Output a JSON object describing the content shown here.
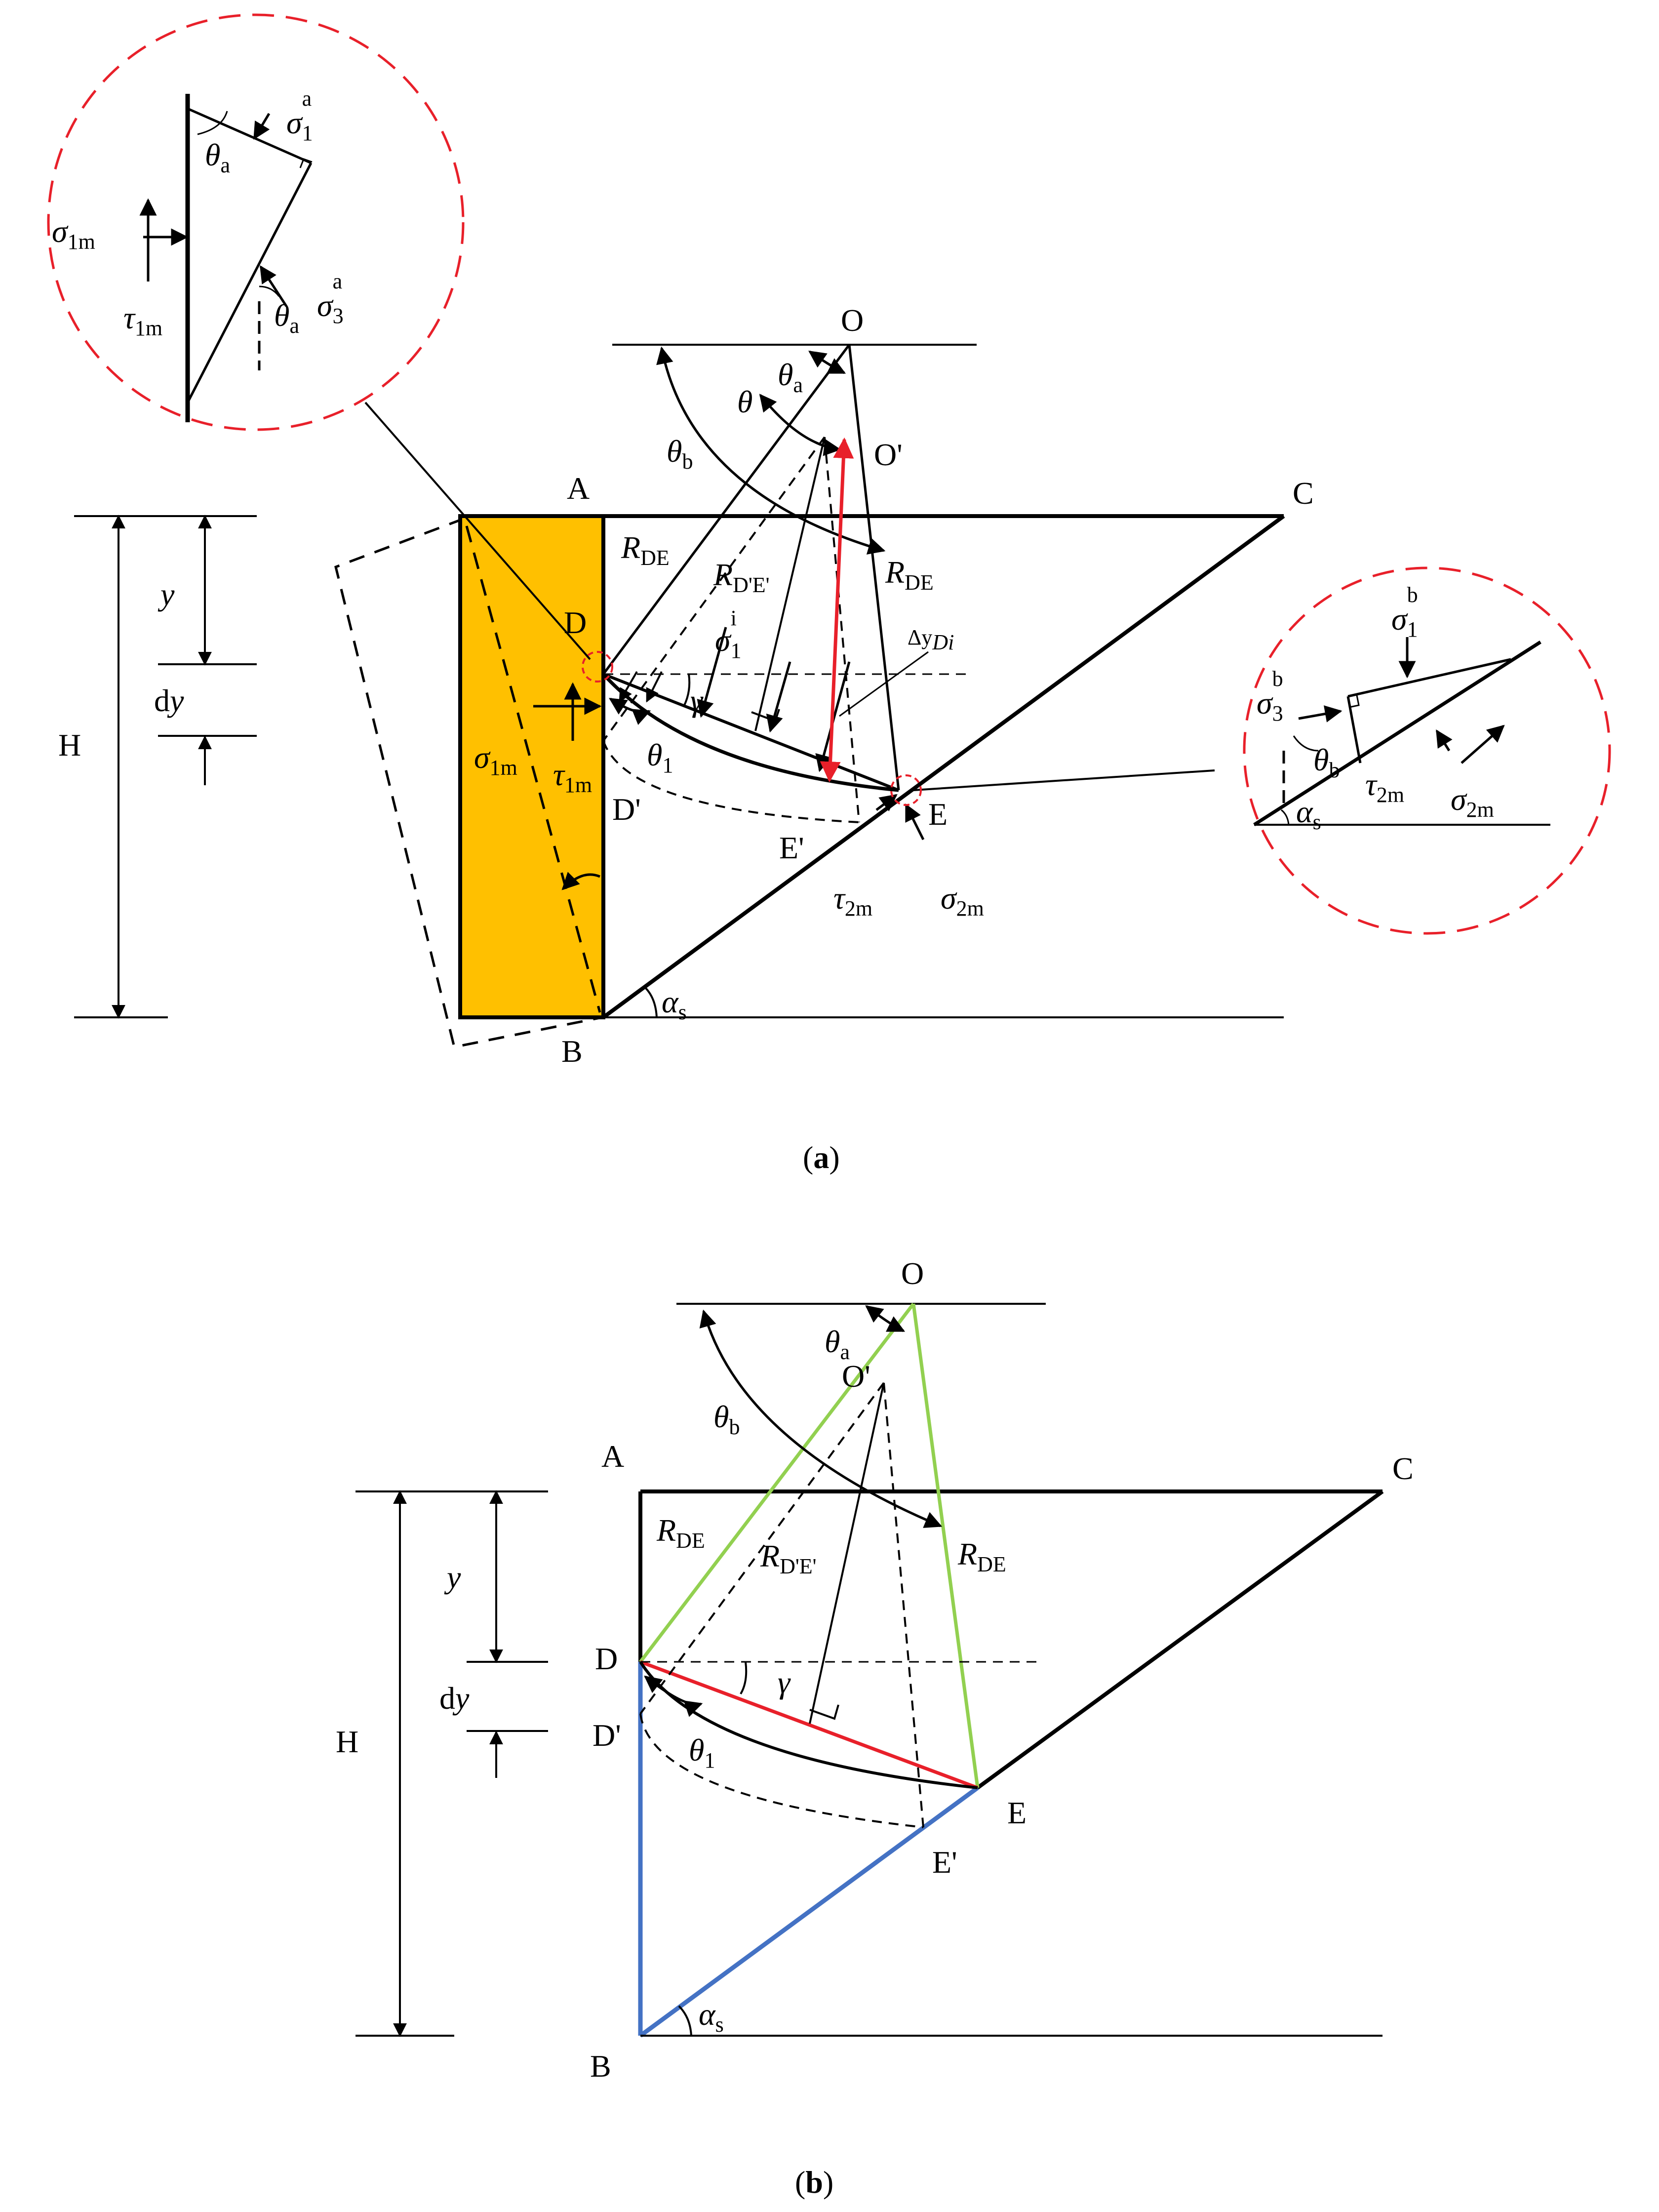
{
  "colors": {
    "wall_fill": "#FFC000",
    "highlight_red": "#E8202A",
    "green": "#92D050",
    "blue": "#4472C4",
    "line": "#000000"
  },
  "panel_a": {
    "caption_open": "(",
    "caption_letter": "a",
    "caption_close": ")",
    "points": {
      "O": "O",
      "O_prime": "O'",
      "A": "A",
      "B": "B",
      "C": "C",
      "D": "D",
      "D_prime": "D'",
      "E": "E",
      "E_prime": "E'"
    },
    "H": "H",
    "y": "y",
    "dy_d": "d",
    "dy_y": "y",
    "R": "R",
    "DE": "DE",
    "DpEp": "D'E'",
    "theta": "θ",
    "a": "a",
    "b": "b",
    "one": "1",
    "gamma": "γ",
    "alpha": "α",
    "s": "s",
    "sigma": "σ",
    "tau": "τ",
    "m1": "1m",
    "m2": "2m",
    "i": "i",
    "three": "3",
    "delta_y": "Δy",
    "Di": "Di",
    "m_wall_sigma": "σ",
    "m_wall_tau": "τ"
  },
  "panel_b": {
    "caption_open": "(",
    "caption_letter": "b",
    "caption_close": ")",
    "points": {
      "O": "O",
      "O_prime": "O'",
      "A": "A",
      "B": "B",
      "C": "C",
      "D": "D",
      "D_prime": "D'",
      "E": "E",
      "E_prime": "E'"
    },
    "H": "H",
    "y": "y",
    "dy_d": "d",
    "dy_y": "y"
  }
}
